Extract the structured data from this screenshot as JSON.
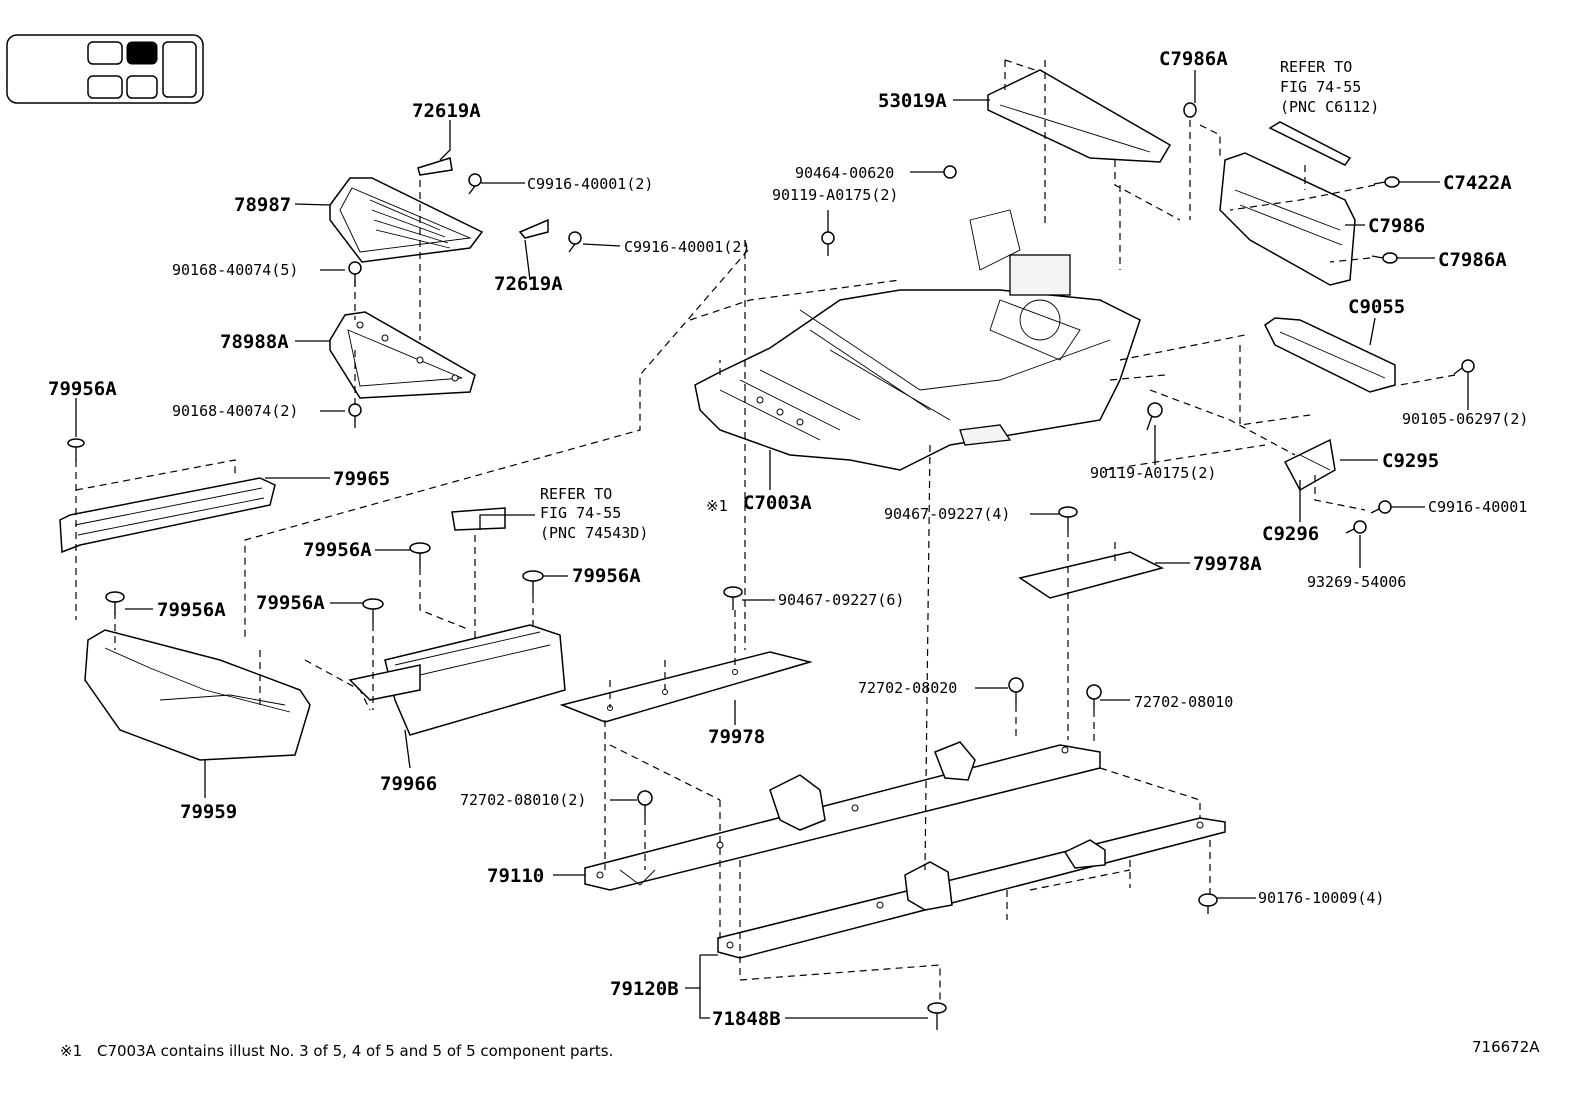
{
  "figure_id": "716672A",
  "footnote": {
    "mark": "※1",
    "text": "C7003A contains illust No. 3 of 5, 4 of 5 and 5 of 5 component parts."
  },
  "callouts": {
    "c_72619A_top": "72619A",
    "c_78987": "78987",
    "c_C9916_a": "C9916-40001(2)",
    "c_C9916_b": "C9916-40001(2)",
    "c_72619A_bot": "72619A",
    "c_90168_top": "90168-40074(5)",
    "c_78988A": "78988A",
    "c_90168_bot": "90168-40074(2)",
    "c_79956A_left": "79956A",
    "c_79965": "79965",
    "c_refer_pnc74543d_1": "REFER TO",
    "c_refer_pnc74543d_2": "FIG 74-55",
    "c_refer_pnc74543d_3": "(PNC 74543D)",
    "c_79956A_m1": "79956A",
    "c_79956A_m2": "79956A",
    "c_79956A_m3": "79956A",
    "c_79956A_m4": "79956A",
    "c_79959": "79959",
    "c_79966": "79966",
    "c_53019A": "53019A",
    "c_C7986A_top": "C7986A",
    "c_refer_pncC6112_1": "REFER TO",
    "c_refer_pncC6112_2": "FIG 74-55",
    "c_refer_pncC6112_3": "(PNC C6112)",
    "c_90464": "90464-00620",
    "c_90119_a": "90119-A0175(2)",
    "c_C7422A": "C7422A",
    "c_C7986": "C7986",
    "c_C7986A_bot": "C7986A",
    "c_C9055": "C9055",
    "c_90105": "90105-06297(2)",
    "c_C7003A_mark": "※1",
    "c_C7003A": "C7003A",
    "c_90119_b": "90119-A0175(2)",
    "c_C9295": "C9295",
    "c_C9916_c": "C9916-40001",
    "c_C9296": "C9296",
    "c_93269": "93269-54006",
    "c_90467_4": "90467-09227(4)",
    "c_79978A": "79978A",
    "c_90467_6": "90467-09227(6)",
    "c_79978": "79978",
    "c_72702_08020": "72702-08020",
    "c_72702_08010": "72702-08010",
    "c_72702_08010_2": "72702-08010(2)",
    "c_79110": "79110",
    "c_90176": "90176-10009(4)",
    "c_79120B": "79120B",
    "c_71848B": "71848B"
  },
  "colors": {
    "ink": "#000000",
    "paper": "#ffffff"
  }
}
